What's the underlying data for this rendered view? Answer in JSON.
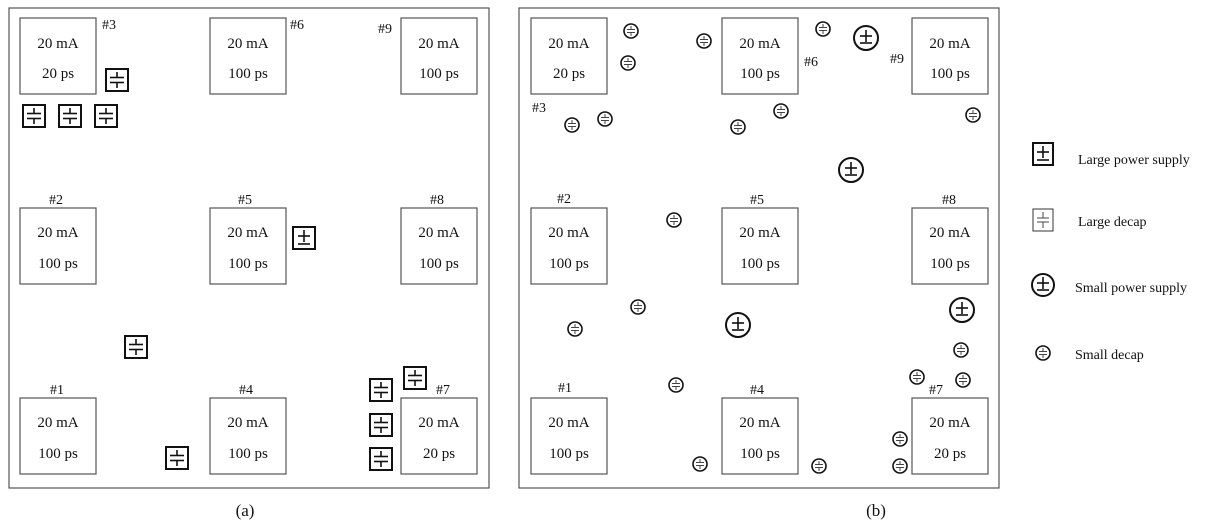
{
  "panels": [
    {
      "caption": "(a)",
      "blocks": [
        {
          "num": "#3",
          "current": "20 mA",
          "time": "20 ps"
        },
        {
          "num": "#6",
          "current": "20 mA",
          "time": "100 ps"
        },
        {
          "num": "#9",
          "current": "20 mA",
          "time": "100 ps"
        },
        {
          "num": "#2",
          "current": "20 mA",
          "time": "100 ps"
        },
        {
          "num": "#5",
          "current": "20 mA",
          "time": "100 ps"
        },
        {
          "num": "#8",
          "current": "20 mA",
          "time": "100 ps"
        },
        {
          "num": "#1",
          "current": "20 mA",
          "time": "100 ps"
        },
        {
          "num": "#4",
          "current": "20 mA",
          "time": "100 ps"
        },
        {
          "num": "#7",
          "current": "20 mA",
          "time": "20 ps"
        }
      ]
    },
    {
      "caption": "(b)",
      "blocks": [
        {
          "num": "#3",
          "current": "20 mA",
          "time": "20 ps"
        },
        {
          "num": "#6",
          "current": "20 mA",
          "time": "100 ps"
        },
        {
          "num": "#9",
          "current": "20 mA",
          "time": "100 ps"
        },
        {
          "num": "#2",
          "current": "20 mA",
          "time": "100 ps"
        },
        {
          "num": "#5",
          "current": "20 mA",
          "time": "100 ps"
        },
        {
          "num": "#8",
          "current": "20 mA",
          "time": "100 ps"
        },
        {
          "num": "#1",
          "current": "20 mA",
          "time": "100 ps"
        },
        {
          "num": "#4",
          "current": "20 mA",
          "time": "100 ps"
        },
        {
          "num": "#7",
          "current": "20 mA",
          "time": "20 ps"
        }
      ]
    }
  ],
  "legend": [
    {
      "icon": "large-power-supply-icon",
      "label": "Large power supply"
    },
    {
      "icon": "large-decap-icon",
      "label": "Large decap"
    },
    {
      "icon": "small-power-supply-icon",
      "label": "Small power supply"
    },
    {
      "icon": "small-decap-icon",
      "label": "Small decap"
    }
  ]
}
